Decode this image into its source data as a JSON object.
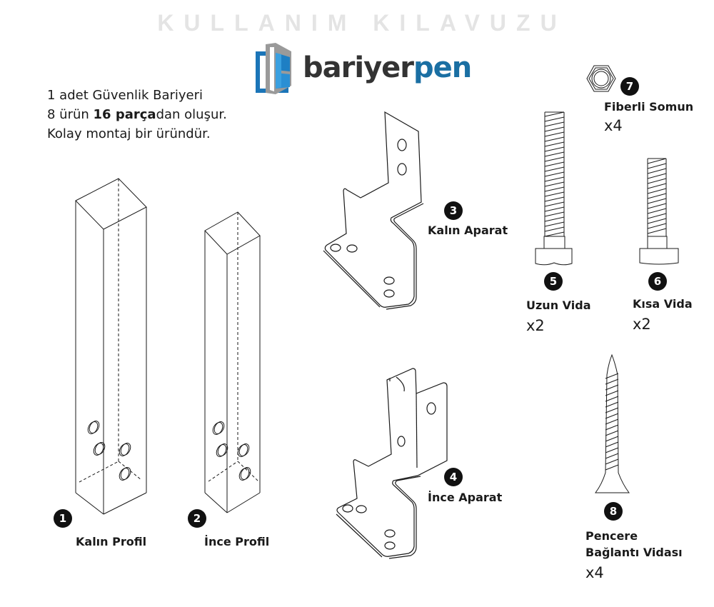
{
  "document": {
    "title": "KULLANIM KILAVUZU",
    "brand": {
      "part1": "bariyer",
      "part2": "pen",
      "color_dark": "#333333",
      "color_blue": "#1a6fa3"
    },
    "intro": {
      "line1": "1 adet Güvenlik Bariyeri",
      "line2_prefix": "8 ürün ",
      "line2_bold": "16 parça",
      "line2_suffix": "dan oluşur.",
      "line3": "Kolay montaj bir üründür."
    }
  },
  "parts": [
    {
      "number": "1",
      "name": "Kalın Profil",
      "quantity": ""
    },
    {
      "number": "2",
      "name": "İnce Profil",
      "quantity": ""
    },
    {
      "number": "3",
      "name": "Kalın Aparat",
      "quantity": ""
    },
    {
      "number": "4",
      "name": "İnce Aparat",
      "quantity": ""
    },
    {
      "number": "5",
      "name": "Uzun Vida",
      "quantity": "x2"
    },
    {
      "number": "6",
      "name": "Kısa Vida",
      "quantity": "x2"
    },
    {
      "number": "7",
      "name": "Fiberli Somun",
      "quantity": "x4"
    },
    {
      "number": "8",
      "name_line1": "Pencere",
      "name_line2": "Bağlantı Vidası",
      "quantity": "x4"
    }
  ]
}
